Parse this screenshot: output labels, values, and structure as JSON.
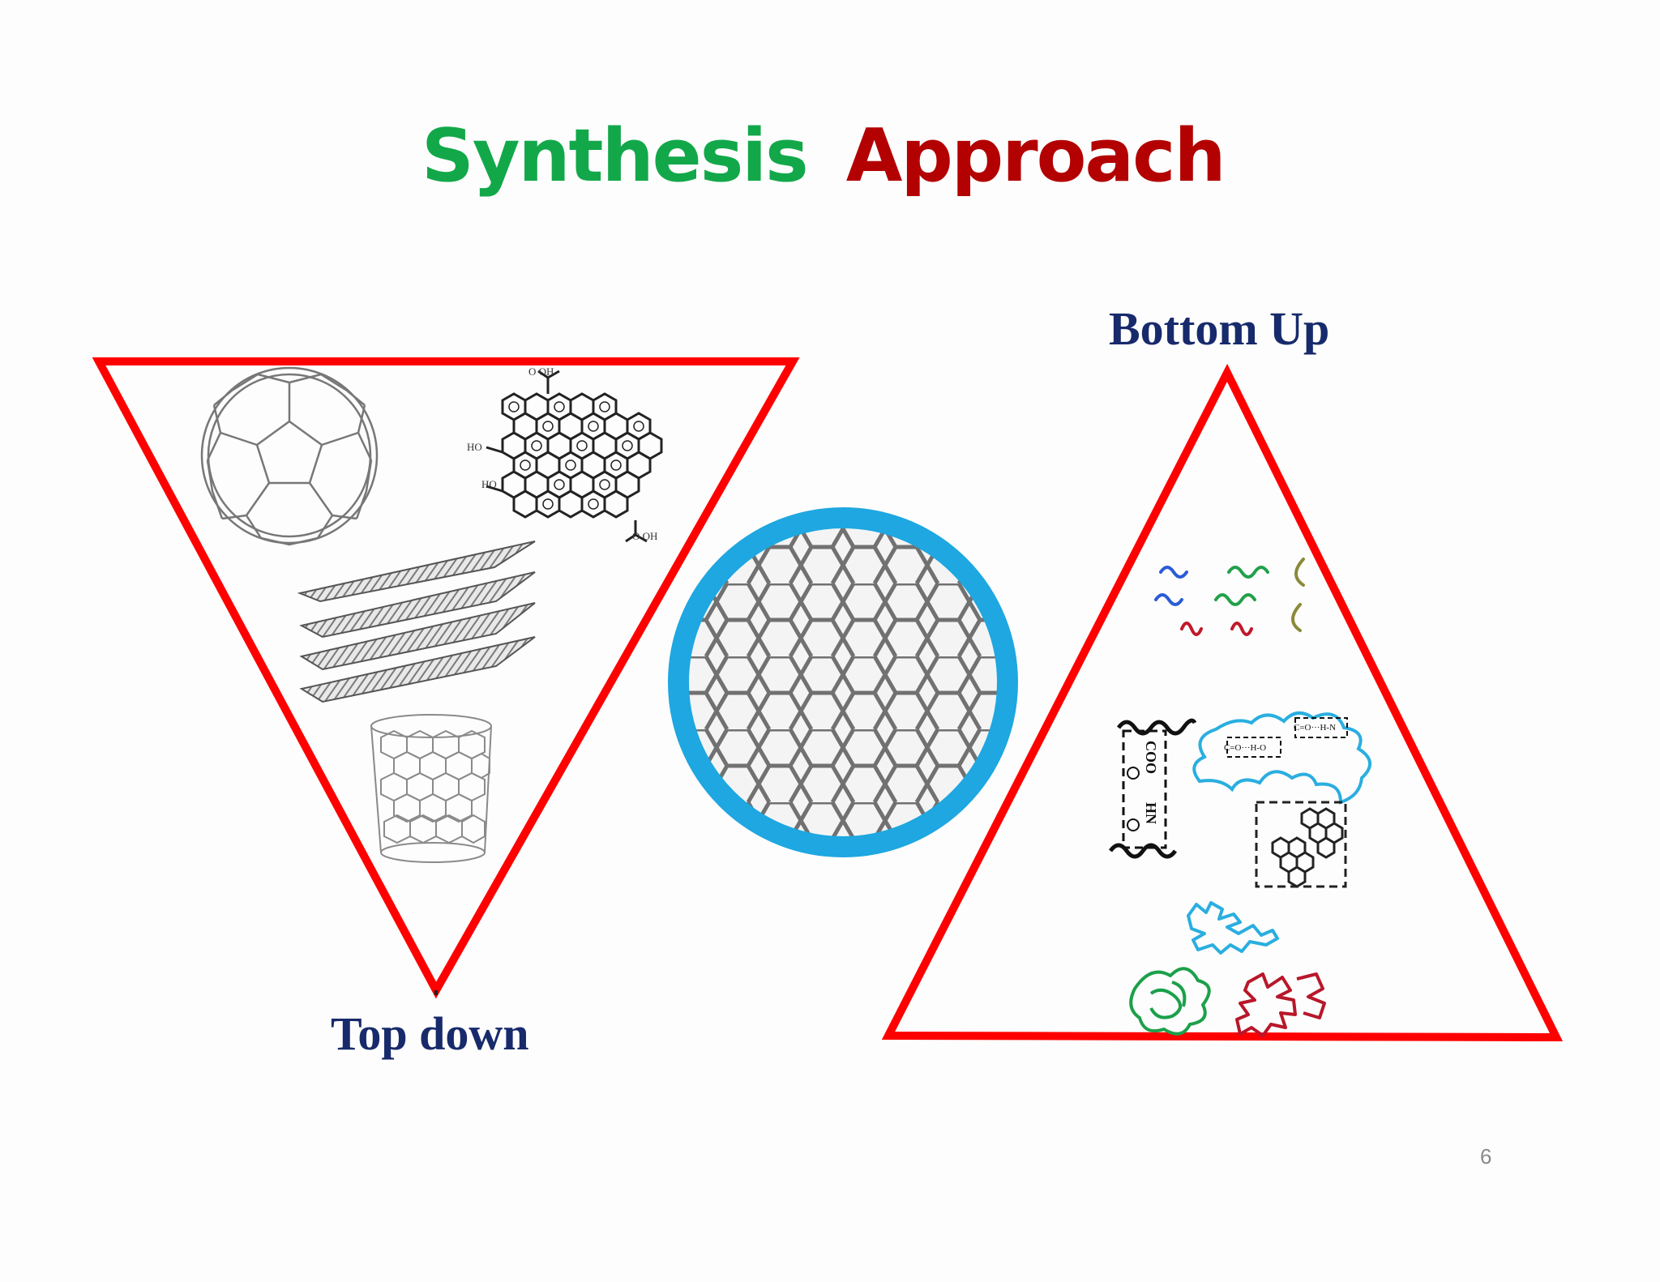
{
  "slide": {
    "title_word_1": "Synthesis",
    "title_word_2": "Approach",
    "title_colors": {
      "word_1": "#12a84a",
      "word_2": "#b30000"
    },
    "label_bottom_up": "Bottom Up",
    "label_top_down": "Top down",
    "label_color": "#172a6b",
    "triangle_color": "#ff0000",
    "page_number": "6"
  },
  "illustrations": {
    "top_down": [
      "fullerene",
      "graphene-oxide",
      "graphene-stack",
      "carbon-nanotube"
    ],
    "center": "graphene-lattice-circle",
    "bottom_up": [
      "colored-monomers",
      "polymer-ionic-bond",
      "polymer-hydrogen-bond",
      "aromatic-stack",
      "polymer-coils"
    ],
    "ring_color": "#1ea7e1"
  },
  "chem_labels": {
    "cooh_top": "O    OH",
    "ho_1": "HO",
    "ho_2": "HO",
    "cooh_bottom": "O    OH",
    "coo": "COO",
    "nh": "HN",
    "h_bond_1": "C=O···H-N",
    "h_bond_2": "C=O···H-O"
  }
}
